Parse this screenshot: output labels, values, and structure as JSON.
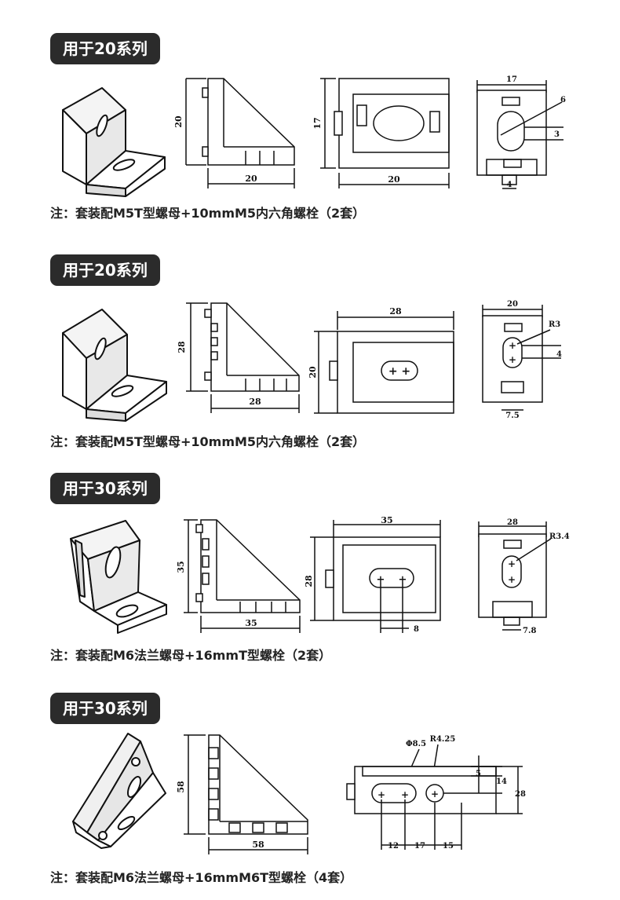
{
  "sections": [
    {
      "tag": "用于20系列",
      "dims": {
        "side_height": "20",
        "side_width": "20",
        "front_height": "17",
        "front_width": "20",
        "end_width": "17",
        "end_slot": "6",
        "end_gap": "3",
        "end_base": "4"
      },
      "note": "注：套装配M5T型螺母+10mmM5内六角螺栓（2套）"
    },
    {
      "tag": "用于20系列",
      "dims": {
        "side_height": "28",
        "side_width": "28",
        "front_width": "28",
        "front_height": "20",
        "end_width": "20",
        "end_radius": "R3",
        "end_pitch": "4",
        "end_base": "7.5"
      },
      "note": "注：套装配M5T型螺母+10mmM5内六角螺栓（2套）"
    },
    {
      "tag": "用于30系列",
      "dims": {
        "side_height": "35",
        "side_width": "35",
        "front_width": "35",
        "front_height": "28",
        "front_pitch": "8",
        "end_width": "28",
        "end_radius": "R3.4",
        "end_base": "7.8"
      },
      "note": "注：套装配M6法兰螺母+16mmT型螺栓（2套）"
    },
    {
      "tag": "用于30系列",
      "dims": {
        "side_height": "58",
        "side_width": "58",
        "hole_dia": "Φ8.5",
        "hole_radius": "R4.25",
        "edge_a": "5",
        "edge_b": "14",
        "total_height": "28",
        "pitch_a": "12",
        "pitch_b": "17",
        "pitch_c": "15"
      },
      "note": "注：套装配M6法兰螺母+16mmM6T型螺栓（4套）"
    }
  ]
}
